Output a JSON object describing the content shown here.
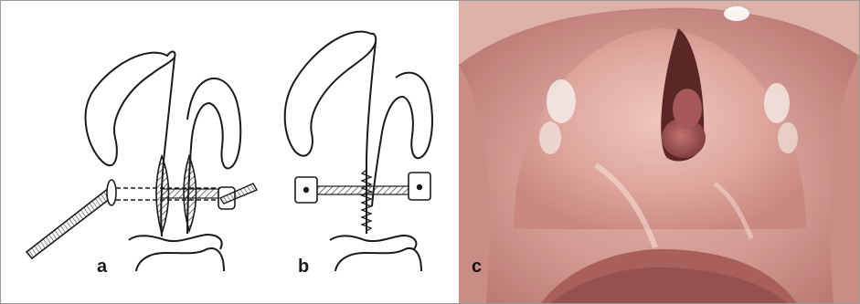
{
  "figure": {
    "panels": [
      {
        "id": "a",
        "label": "a",
        "description_kind": "line-drawing"
      },
      {
        "id": "b",
        "label": "b",
        "description_kind": "line-drawing"
      },
      {
        "id": "c",
        "label": "c",
        "description_kind": "photo"
      }
    ]
  },
  "colors": {
    "line": "#1a1a1a",
    "hatch": "#333333",
    "tissue_base": "#c98a83",
    "tissue_light": "#e7b8ae",
    "uvula": "#9a4a4a",
    "dark_cavity": "#5a2626"
  },
  "icons": {
    "panel_a": "palate-suture-needle-icon",
    "panel_b": "palate-sutured-icon",
    "panel_c": "oral-cavity-photo-icon"
  }
}
